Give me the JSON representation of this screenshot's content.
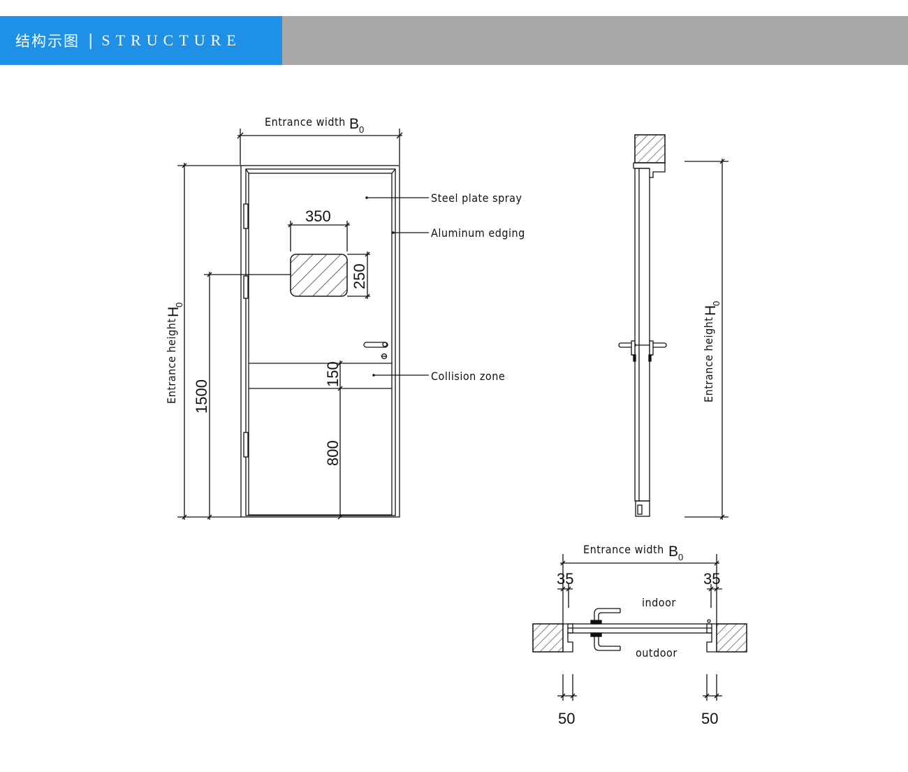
{
  "header": {
    "title_cn": "结构示图",
    "separator": "|",
    "title_en": "STRUCTURE"
  },
  "front_view": {
    "width_label": "Entrance width",
    "width_symbol": "B",
    "width_subscript": "0",
    "height_label": "Entrance height",
    "height_symbol": "H",
    "height_subscript": "0",
    "window_width": "350",
    "window_height": "250",
    "window_sill_height": "1500",
    "collision_zone_height": "150",
    "collision_zone_base": "800",
    "callouts": {
      "steel_plate": "Steel plate spray",
      "aluminum_edging": "Aluminum edging",
      "collision_zone": "Collision zone"
    }
  },
  "side_view": {
    "height_label": "Entrance height",
    "height_symbol": "H",
    "height_subscript": "0"
  },
  "plan_view": {
    "width_label": "Entrance width",
    "width_symbol": "B",
    "width_subscript": "0",
    "left_top_dim": "35",
    "right_top_dim": "35",
    "left_bottom_dim": "50",
    "right_bottom_dim": "50",
    "indoor_label": "indoor",
    "outdoor_label": "outdoor"
  }
}
